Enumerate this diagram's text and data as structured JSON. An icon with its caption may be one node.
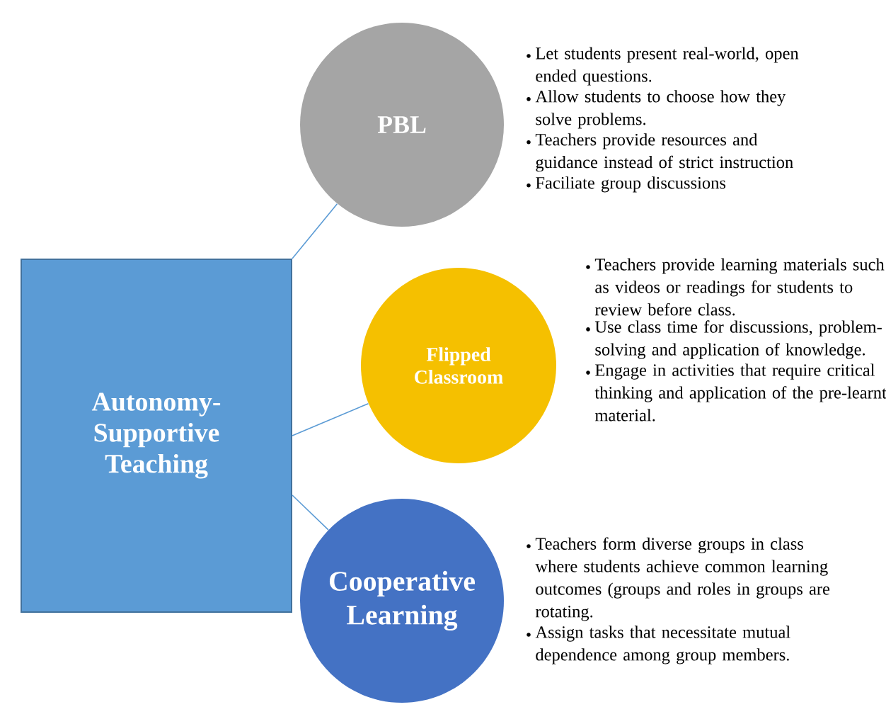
{
  "diagram": {
    "nodes": [
      {
        "text": [
          "Autonomy-Supportive Teaching"
        ]
      },
      {
        "text": [
          "PBL"
        ],
        "beside": [
          "Let students present real-world, open ended questions.",
          "Allow students to choose how they solve problems.",
          "Teachers provide resources and guidance instead of strict instruction",
          "Faciliate group discussions"
        ]
      },
      {
        "text": [
          "Flipped Classroom"
        ],
        "beside": [
          "Teachers provide learning materials such as videos or readings for students to review before class.",
          "Use class time for discussions, problem-solving and application of knowledge.",
          "Engage in activities that require critical thinking and application of the pre-learnt material."
        ]
      },
      {
        "text": [
          "Cooperative Learning"
        ],
        "beside": [
          "Teachers form diverse groups in class where students achieve common learning outcomes (groups and roles in groups are rotating.",
          "Assign tasks that necessitate mutual dependence among group members."
        ]
      }
    ],
    "edges": [
      {
        "from": 0,
        "to": 1,
        "arrow": "none"
      },
      {
        "from": 0,
        "to": 2,
        "arrow": "none"
      },
      {
        "from": 0,
        "to": 3,
        "arrow": "none"
      }
    ]
  }
}
